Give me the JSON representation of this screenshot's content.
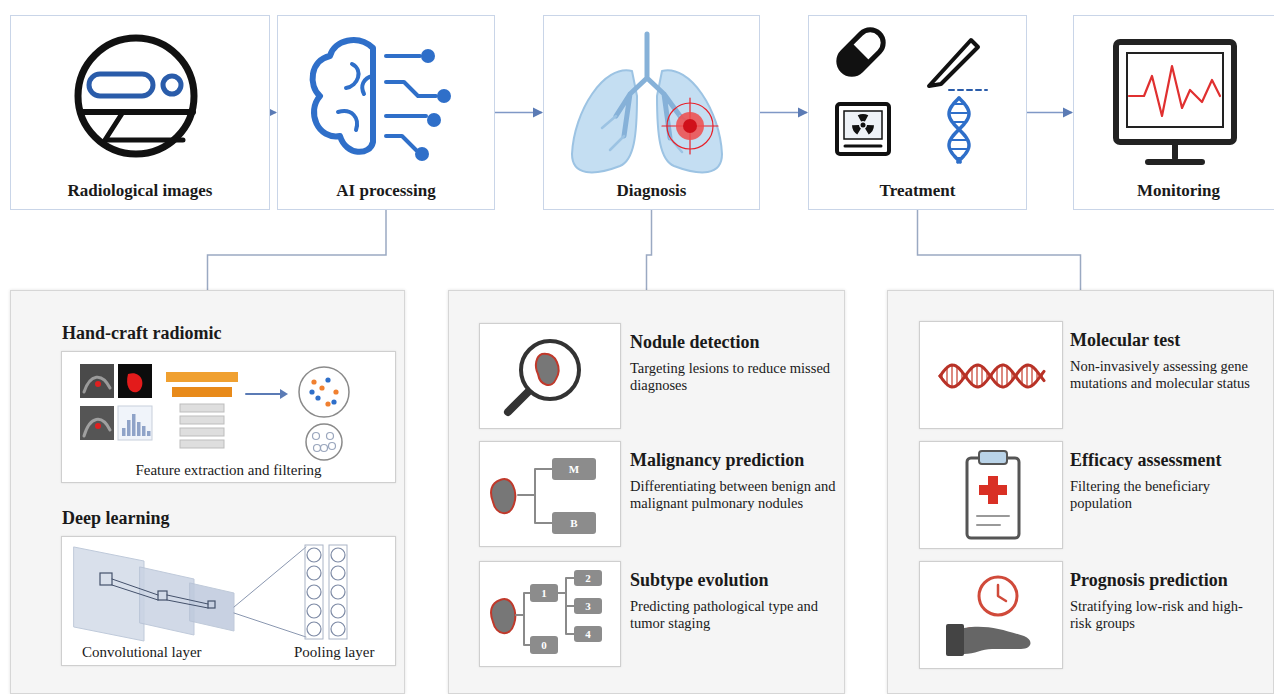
{
  "diagram": {
    "nodes": [
      {
        "text": [
          "Radiological images"
        ]
      },
      {
        "text": [
          "AI processing"
        ]
      },
      {
        "text": [
          "Diagnosis"
        ]
      },
      {
        "text": [
          "Treatment"
        ]
      },
      {
        "text": [
          "Monitoring"
        ]
      },
      {
        "text": []
      },
      {
        "text": [
          "Hand-craft radiomic",
          "Feature extraction and filtering"
        ],
        "in": 5
      },
      {
        "text": [
          "Deep learning",
          "Convolutional layer",
          "Pooling layer"
        ],
        "in": 5
      },
      {
        "text": []
      },
      {
        "text": [
          "Nodule detection",
          "Targeting lesions to reduce missed diagnoses"
        ],
        "in": 8
      },
      {
        "text": [
          "Malignancy prediction",
          "Differentiating between benign and malignant pulmonary nodules"
        ],
        "in": 8
      },
      {
        "text": [
          "Subtype evolution",
          "Predicting pathological type and tumor staging"
        ],
        "in": 8
      },
      {
        "text": []
      },
      {
        "text": [
          "Molecular test",
          "Non-invasively assessing gene mutations and molecular status"
        ],
        "in": 12
      },
      {
        "text": [
          "Efficacy assessment",
          "Filtering the beneficiary population"
        ],
        "in": 12
      },
      {
        "text": [
          "Prognosis prediction",
          "Stratifying low-risk and high-risk groups"
        ],
        "in": 12
      }
    ],
    "edges": [
      {
        "from": 0,
        "to": 1,
        "arrow": "to"
      },
      {
        "from": 1,
        "to": 2,
        "arrow": "to"
      },
      {
        "from": 2,
        "to": 3,
        "arrow": "to"
      },
      {
        "from": 3,
        "to": 4,
        "arrow": "to"
      },
      {
        "from": 1,
        "to": 5,
        "arrow": "none"
      },
      {
        "from": 2,
        "to": 8,
        "arrow": "none"
      },
      {
        "from": 3,
        "to": 12,
        "arrow": "none"
      }
    ],
    "labels": [
      "M",
      "B",
      "1",
      "2",
      "3",
      "4",
      "0"
    ]
  }
}
